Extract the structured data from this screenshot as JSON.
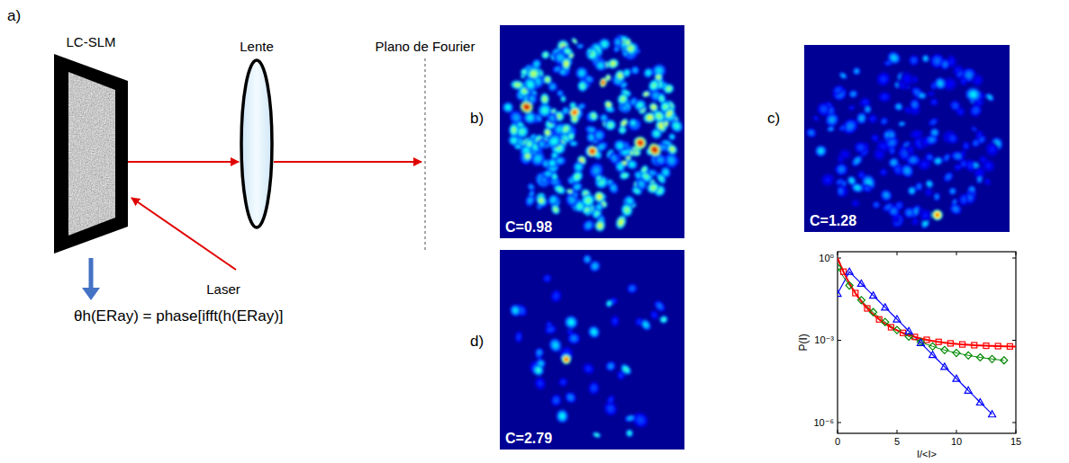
{
  "diagram": {
    "nodes": [
      {
        "text": [
          "LC-SLM"
        ]
      },
      {
        "text": [
          "Lente"
        ]
      },
      {
        "text": [
          "Plano de Fourier"
        ]
      },
      {
        "text": [
          "C=0.98"
        ]
      },
      {
        "text": [
          "C=1.28"
        ]
      },
      {
        "text": [
          "C=2.79"
        ]
      }
    ],
    "edges": [
      {
        "from": 0,
        "to": 1,
        "arrow": "to"
      },
      {
        "from": 1,
        "to": 2,
        "arrow": "to"
      }
    ],
    "labels": [
      "a)",
      "Laser",
      "θh(ERay) = phase[ifft(h(ERay)]",
      "b)",
      "c)",
      "d)",
      "P(I)",
      "10⁰",
      "10⁻³",
      "10⁻⁶",
      "0",
      "5",
      "10",
      "15",
      "I/<I>"
    ]
  }
}
